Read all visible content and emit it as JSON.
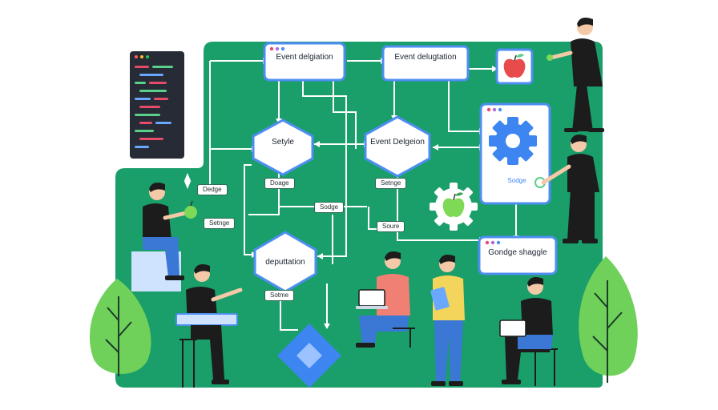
{
  "diagram": {
    "colors": {
      "board": "#1a9e6a",
      "stroke": "#ffffff",
      "window_border": "#4d8ef0",
      "accent_blue": "#3d86f2",
      "shirt_dark": "#1c1c1c",
      "pants_blue": "#3b78d6",
      "shirt_red": "#f07f74",
      "shirt_yellow": "#f3d55b",
      "tree_green": "#6fd15a",
      "apple_red": "#e84b4b",
      "apple_green": "#7ed957"
    },
    "windows": {
      "top_left": "Event delgiation",
      "top_center": "Event delugtation",
      "bottom_right": "Gondge shaggle"
    },
    "hexagons": {
      "left": "Setyle",
      "center": "Event Delgeion",
      "bottom": "deputtation"
    },
    "labels": {
      "dedge": "Dedge",
      "setnge_left": "Setnge",
      "doage": "Doage",
      "setnge_center": "Setnge",
      "sodge": "Sodge",
      "soure": "Soure",
      "sotme": "Sotme"
    },
    "gear_panel": {
      "label": "Sodge"
    },
    "icons": [
      "code-editor-icon",
      "apple-icon",
      "gear-icon",
      "browser-dots-icon",
      "diamond-icon",
      "sparkle-icon",
      "laptop-icon",
      "tablet-icon",
      "tree-icon"
    ]
  }
}
